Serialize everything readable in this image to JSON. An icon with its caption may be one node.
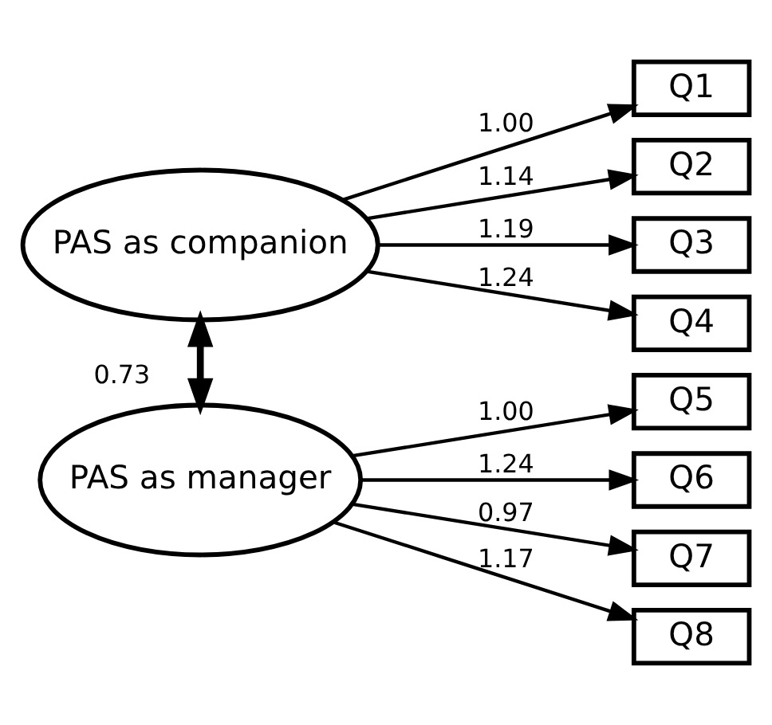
{
  "diagram": {
    "nodes": [
      {
        "text": [
          "PAS as companion"
        ]
      },
      {
        "text": [
          "PAS as manager"
        ]
      },
      {
        "text": [
          "Q1"
        ]
      },
      {
        "text": [
          "Q2"
        ]
      },
      {
        "text": [
          "Q3"
        ]
      },
      {
        "text": [
          "Q4"
        ]
      },
      {
        "text": [
          "Q5"
        ]
      },
      {
        "text": [
          "Q6"
        ]
      },
      {
        "text": [
          "Q7"
        ]
      },
      {
        "text": [
          "Q8"
        ]
      }
    ],
    "edges": [
      {
        "from": 0,
        "to": 2,
        "arrow": "to",
        "label": "1.00"
      },
      {
        "from": 0,
        "to": 3,
        "arrow": "to",
        "label": "1.14"
      },
      {
        "from": 0,
        "to": 4,
        "arrow": "to",
        "label": "1.19"
      },
      {
        "from": 0,
        "to": 5,
        "arrow": "to",
        "label": "1.24"
      },
      {
        "from": 1,
        "to": 6,
        "arrow": "to",
        "label": "1.00"
      },
      {
        "from": 1,
        "to": 7,
        "arrow": "to",
        "label": "1.24"
      },
      {
        "from": 1,
        "to": 8,
        "arrow": "to",
        "label": "0.97"
      },
      {
        "from": 1,
        "to": 9,
        "arrow": "to",
        "label": "1.17"
      },
      {
        "from": 0,
        "to": 1,
        "arrow": "both",
        "label": "0.73",
        "style": "thick"
      }
    ]
  }
}
